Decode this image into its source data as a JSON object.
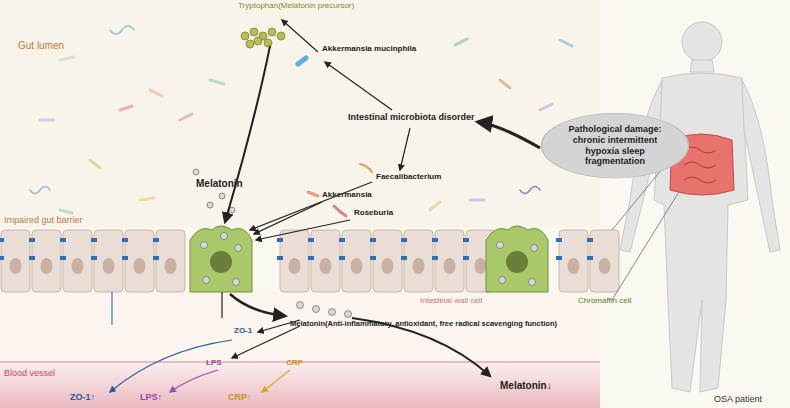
{
  "diagram": {
    "nodes": [
      {
        "text": [
          "Pathological damage: chronic intermittent hypoxia sleep fragmentation"
        ]
      }
    ],
    "labels": [
      "Tryptophan(Melatonin precursor)",
      "Gut lumen",
      "Akkermansia mucinphila",
      "Intestinal microbiota disorder",
      "Faecalibacterium",
      "Akkermansia",
      "Roseburia",
      "Melatonin",
      "Impaired gut barrier",
      "ZO-1",
      "Melatonin(Anti-inflammatory, antioxidant, free radical scavenging function)",
      "LPS",
      "CRP",
      "Intestinal wall cell",
      "Chromaffin cell",
      "Blood vessel",
      "ZO-1↑",
      "LPS↑",
      "CRP↑",
      "Melatonin↓",
      "OSA patient"
    ]
  }
}
